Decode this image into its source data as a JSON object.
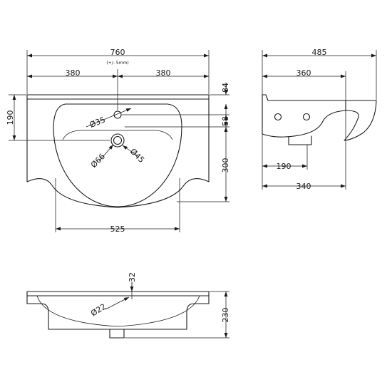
{
  "top_view": {
    "overall_width": "760",
    "tolerance": "(+/- 5mm)",
    "half_left": "380",
    "half_right": "380",
    "depth_to_tap": "190",
    "rim_height": "84",
    "tap_to_overflow": "58",
    "bowl_depth": "300",
    "bowl_width": "525",
    "tap_hole": "Ø35",
    "waste_outer": "Ø66",
    "waste_inner": "Ø45"
  },
  "side_view": {
    "overall_depth": "485",
    "top_depth": "360",
    "waste_offset": "190",
    "body_depth": "340"
  },
  "front_view": {
    "hole_dia": "Ø22",
    "hole_offset": "32",
    "height": "230"
  }
}
